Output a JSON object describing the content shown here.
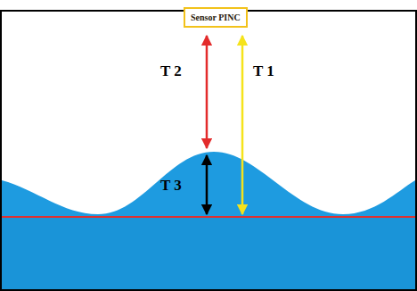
{
  "diagram": {
    "nodes": [
      {
        "text": [
          "Sensor PINC"
        ]
      }
    ],
    "labels": [
      "T 2",
      "T 1",
      "T 3"
    ]
  }
}
